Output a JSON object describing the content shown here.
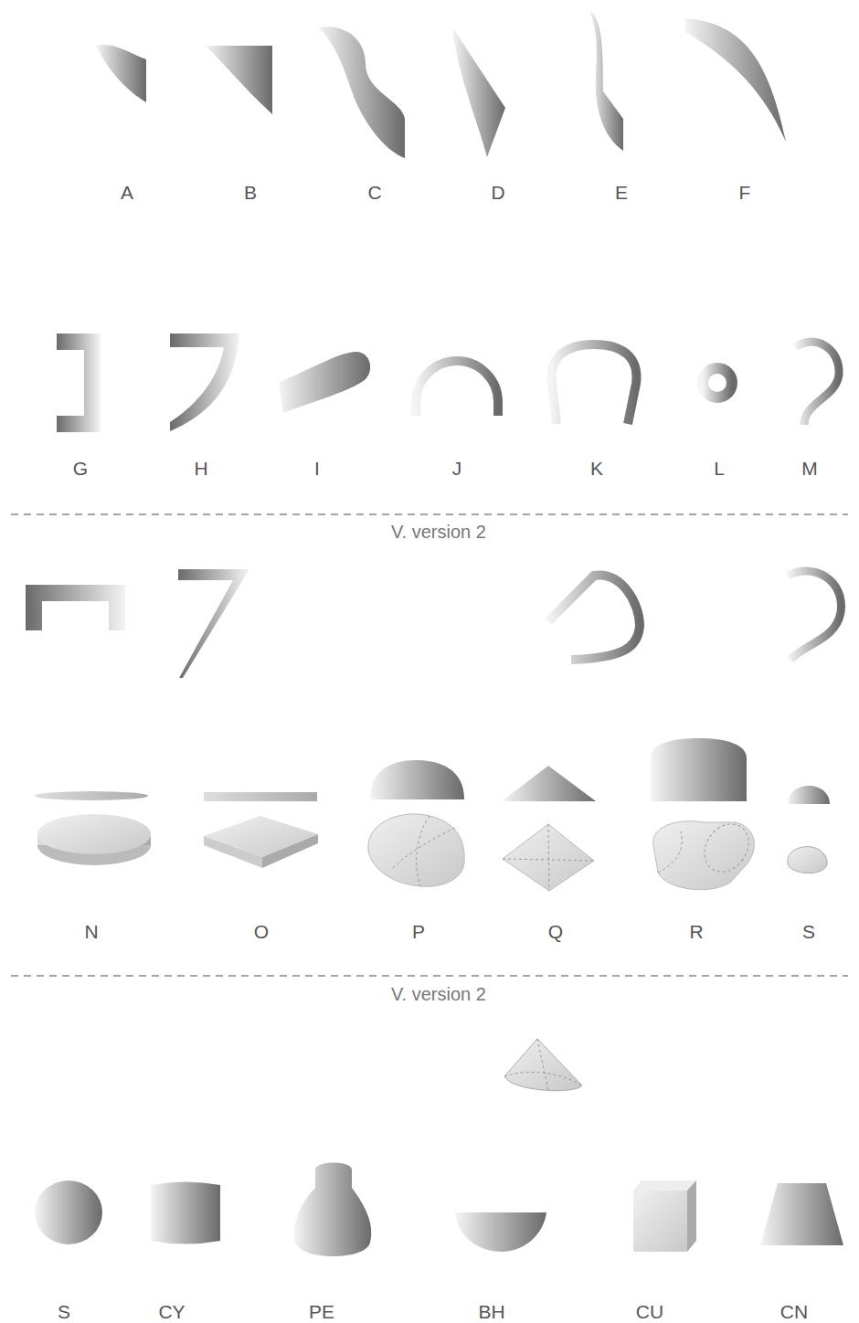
{
  "diagram": {
    "labels": [
      "A",
      "B",
      "C",
      "D",
      "E",
      "F",
      "G",
      "H",
      "I",
      "J",
      "K",
      "L",
      "M",
      "V. version 2",
      "N",
      "O",
      "P",
      "Q",
      "R",
      "S",
      "V. version 2",
      "S",
      "CY",
      "PE",
      "BH",
      "CU",
      "CN"
    ]
  }
}
